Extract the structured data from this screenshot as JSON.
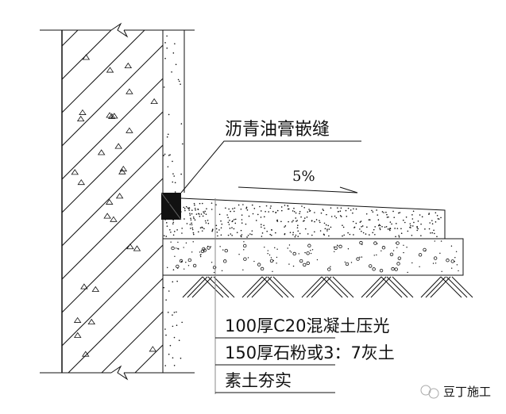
{
  "labels": {
    "sealant": "沥青油膏嵌缝",
    "slope": "5%",
    "layer1": "100厚C20混凝土压光",
    "layer2": "150厚石粉或3：7灰土",
    "layer3": "素土夯实"
  },
  "watermark": {
    "text": "豆丁施工"
  }
}
